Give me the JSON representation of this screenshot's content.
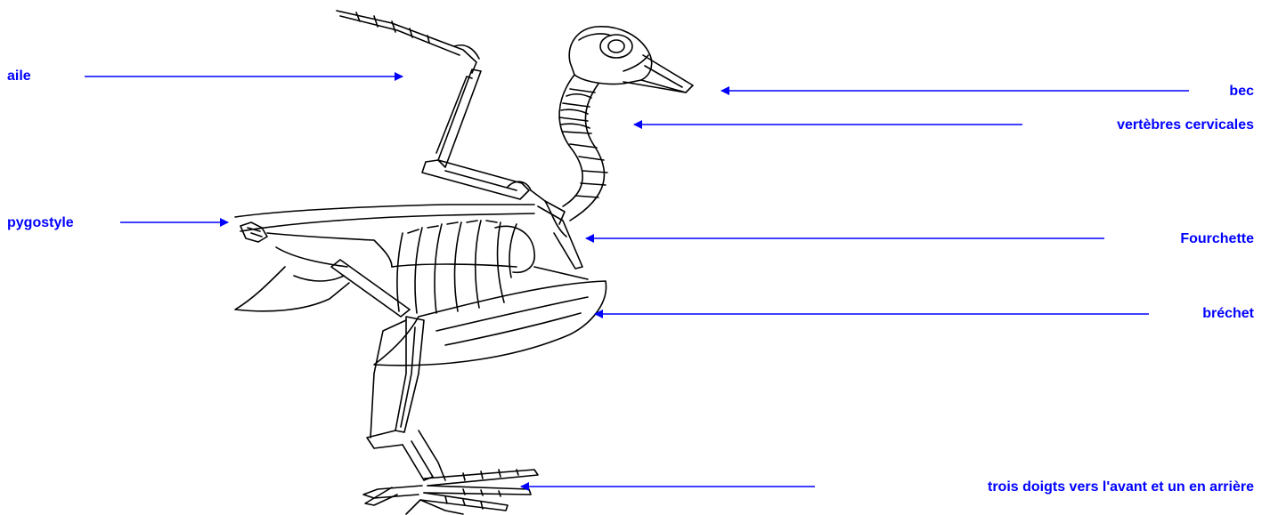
{
  "accent_color": "#0000ff",
  "bone_color": "#000000",
  "labels": {
    "aile": "aile",
    "pygostyle": "pygostyle",
    "bec": "bec",
    "vertebres": "vertèbres cervicales",
    "fourchette": "Fourchette",
    "brechet": "bréchet",
    "doigts": "trois doigts vers l'avant et un en arrière"
  }
}
